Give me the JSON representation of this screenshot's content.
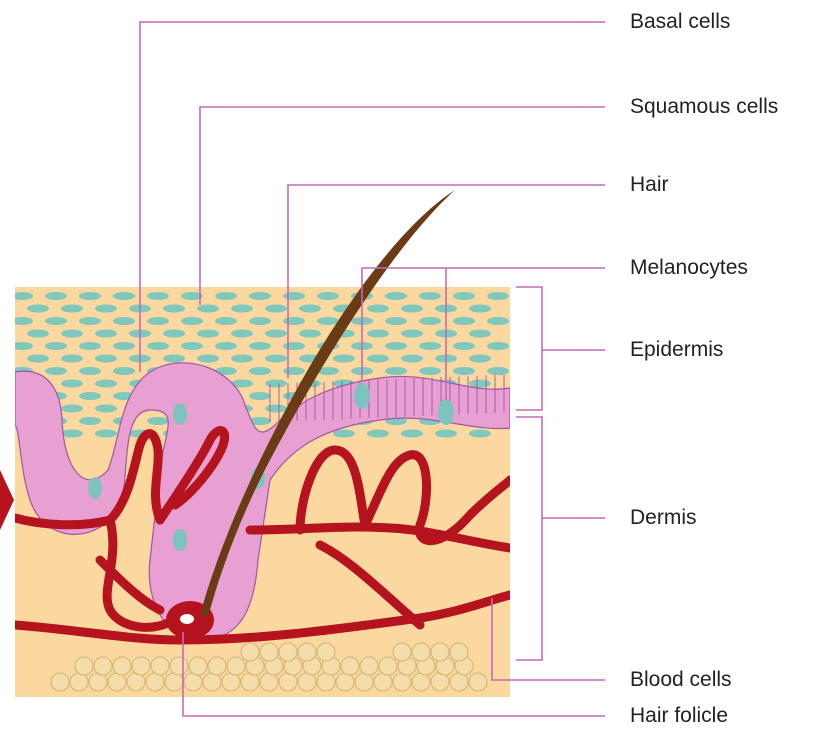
{
  "labels": {
    "basal_cells": "Basal cells",
    "squamous_cells": "Squamous cells",
    "hair": "Hair",
    "melanocytes": "Melanocytes",
    "epidermis": "Epidermis",
    "dermis": "Dermis",
    "blood_cells": "Blood cells",
    "hair_folicle": "Hair folicle"
  },
  "colors": {
    "skin_background": "#fbd8a0",
    "squamous_cell": "#7fc8bb",
    "basal_layer": "#e8a0d2",
    "basal_cell_outline": "#a056a0",
    "melanocyte": "#7dc3c0",
    "blood_vessel": "#b5141e",
    "hair": "#6a3b14",
    "fat_cell": "#f4ddaa",
    "leader_line": "#c76ab3"
  }
}
